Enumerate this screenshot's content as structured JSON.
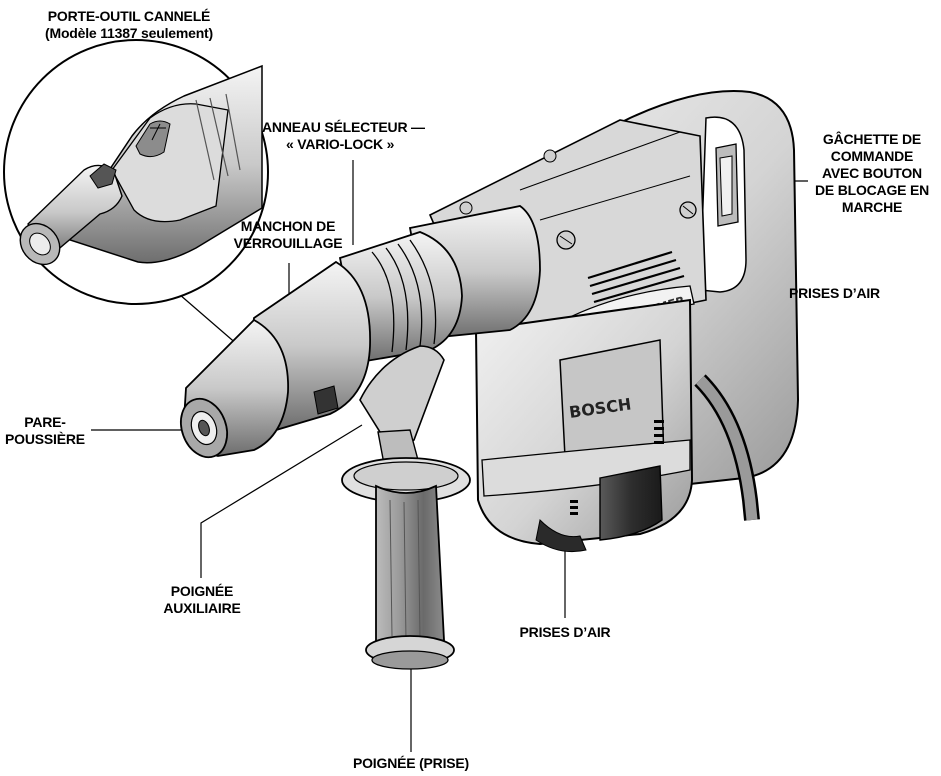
{
  "labels": {
    "porte_outil": {
      "line1": "PORTE-OUTIL CANNELÉ",
      "line2": "(Modèle 11387 seulement)"
    },
    "anneau": {
      "line1": "ANNEAU SÉLECTEUR —",
      "line2": "« VARIO-LOCK »"
    },
    "manchon": {
      "line1": "MANCHON DE",
      "line2": "VERROUILLAGE"
    },
    "gachette": {
      "line1": "GÂCHETTE DE",
      "line2": "COMMANDE",
      "line3": "AVEC BOUTON",
      "line4": "DE BLOCAGE EN",
      "line5": "MARCHE"
    },
    "prises_air_upper": "PRISES D’AIR",
    "pare_poussiere": {
      "line1": "PARE-",
      "line2": "POUSSIÈRE"
    },
    "poignee_aux": {
      "line1": "POIGNÉE",
      "line2": "AUXILIAIRE"
    },
    "prises_air_lower": "PRISES D’AIR",
    "poignee_prise": "POIGNÉE (PRISE)"
  },
  "tool_markings": {
    "brand": "BOSCH",
    "model": "BOSCHHAMMER"
  },
  "colors": {
    "line": "#000000",
    "body_light": "#e6e6e6",
    "body_mid": "#c4c4c4",
    "body_dark": "#8a8a8a",
    "shadow": "#2a2a2a"
  }
}
